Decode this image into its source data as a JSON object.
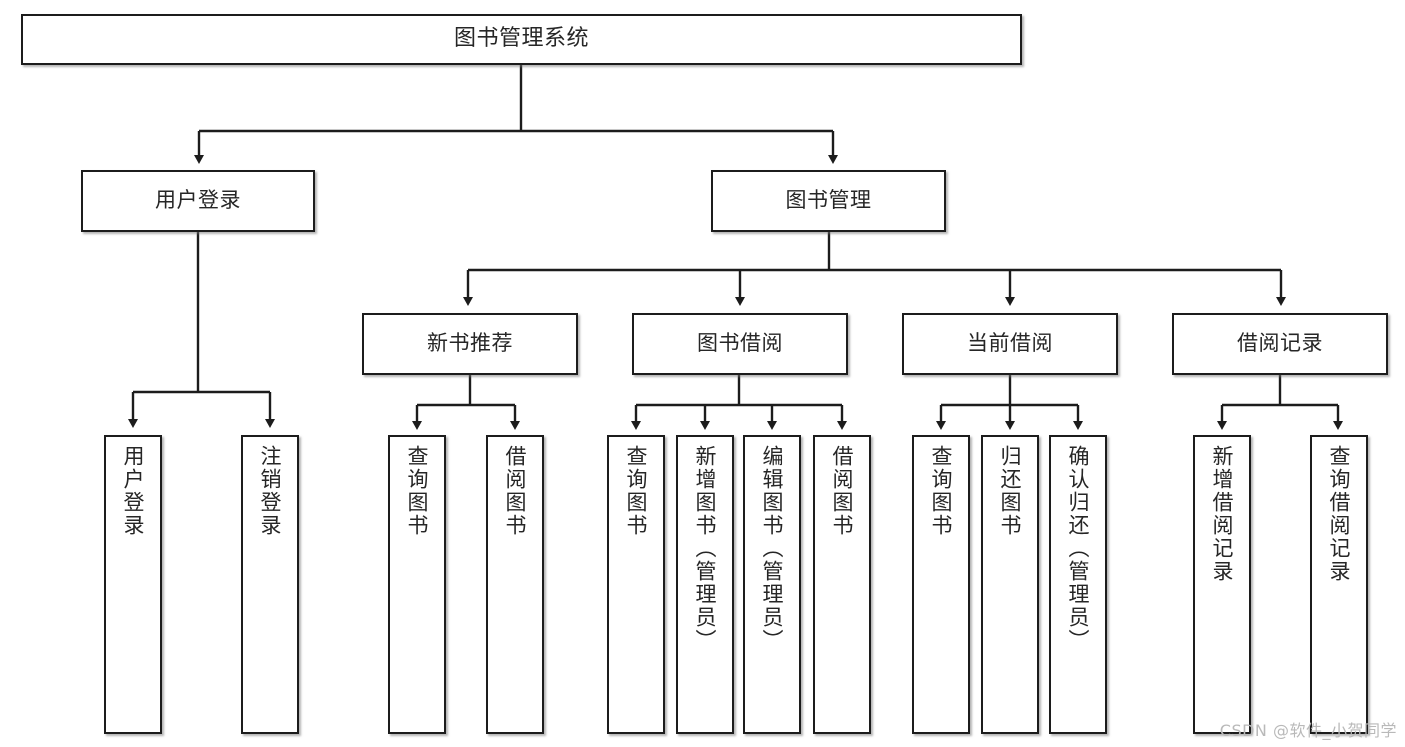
{
  "diagram": {
    "title": "图书管理系统",
    "type": "functional-structure-tree",
    "watermark": "CSDN @软件_小贺同学",
    "colors": {
      "box_border": "#1c1c1c",
      "box_fill": "#ffffff",
      "connector": "#1c1c1c",
      "text": "#262626",
      "watermark": "#b9b9b9"
    },
    "levels": {
      "root": {
        "label": "图书管理系统"
      },
      "level2": [
        {
          "id": "user-login",
          "label": "用户登录"
        },
        {
          "id": "book-manage",
          "label": "图书管理"
        }
      ],
      "level3": [
        {
          "id": "new-book-recommend",
          "label": "新书推荐",
          "parent": "book-manage"
        },
        {
          "id": "book-borrow",
          "label": "图书借阅",
          "parent": "book-manage"
        },
        {
          "id": "current-borrow",
          "label": "当前借阅",
          "parent": "book-manage"
        },
        {
          "id": "borrow-record",
          "label": "借阅记录",
          "parent": "book-manage"
        }
      ],
      "leaves": {
        "user-login": [
          {
            "id": "leaf-user-login",
            "label": "用户登录"
          },
          {
            "id": "leaf-logout-login",
            "label": "注销登录"
          }
        ],
        "new-book-recommend": [
          {
            "id": "leaf-query-book-1",
            "label": "查询图书"
          },
          {
            "id": "leaf-borrow-book-1",
            "label": "借阅图书"
          }
        ],
        "book-borrow": [
          {
            "id": "leaf-query-book-2",
            "label": "查询图书"
          },
          {
            "id": "leaf-add-book",
            "label": "新增图书（管理员）"
          },
          {
            "id": "leaf-edit-book",
            "label": "编辑图书（管理员）"
          },
          {
            "id": "leaf-borrow-book-2",
            "label": "借阅图书"
          }
        ],
        "current-borrow": [
          {
            "id": "leaf-query-book-3",
            "label": "查询图书"
          },
          {
            "id": "leaf-return-book",
            "label": "归还图书"
          },
          {
            "id": "leaf-confirm-return",
            "label": "确认归还（管理员）"
          }
        ],
        "borrow-record": [
          {
            "id": "leaf-add-record",
            "label": "新增借阅记录"
          },
          {
            "id": "leaf-query-record",
            "label": "查询借阅记录"
          }
        ]
      }
    }
  }
}
